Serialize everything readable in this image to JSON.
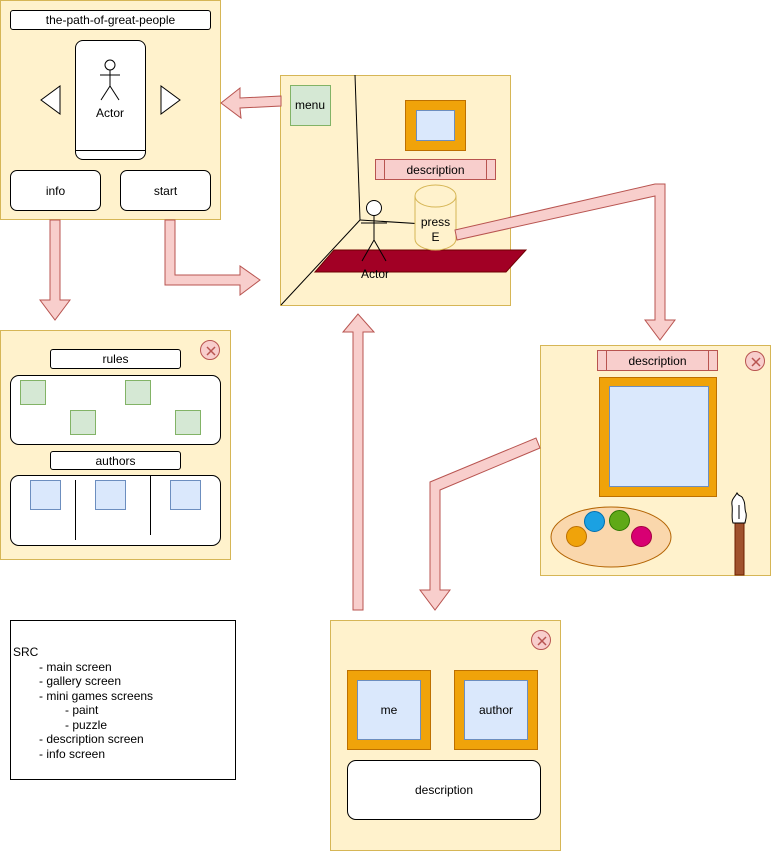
{
  "main_screen": {
    "title": "the-path-of-great-people",
    "actor_label": "Actor",
    "info_label": "info",
    "start_label": "start"
  },
  "info_screen": {
    "rules_label": "rules",
    "authors_label": "authors"
  },
  "game_screen": {
    "menu_label": "menu",
    "description_label": "description",
    "press_e_label": "press\nE",
    "actor_label": "Actor"
  },
  "paint_screen": {
    "description_label": "description",
    "palette_colors": [
      "#f0a30a",
      "#1ba1e2",
      "#60a917",
      "#d80073"
    ]
  },
  "description_screen": {
    "me_label": "me",
    "author_label": "author",
    "description_label": "description"
  },
  "src_box": {
    "title": "SRC",
    "items": [
      {
        "text": "- main screen",
        "level": 1
      },
      {
        "text": "- gallery screen",
        "level": 1
      },
      {
        "text": "- mini games screens",
        "level": 1
      },
      {
        "text": "- paint",
        "level": 2
      },
      {
        "text": "- puzzle",
        "level": 2
      },
      {
        "text": "- description screen",
        "level": 1
      },
      {
        "text": "- info screen",
        "level": 1
      }
    ]
  },
  "colors": {
    "panel_fill": "#fff2cc",
    "panel_stroke": "#d6b656",
    "arrow_fill": "#f8cecc",
    "arrow_stroke": "#b85450",
    "frame_orange": "#f0a30a",
    "floor_red": "#a20025",
    "easel_brown": "#a0522d"
  }
}
